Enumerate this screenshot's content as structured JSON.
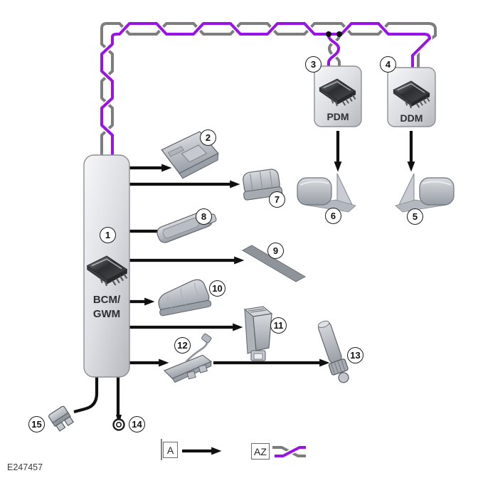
{
  "figure": {
    "id": "E247457"
  },
  "modules": {
    "bcm": {
      "callout": "1",
      "label_line1": "BCM/",
      "label_line2": "GWM"
    },
    "pdm": {
      "callout": "3",
      "label": "PDM"
    },
    "ddm": {
      "callout": "4",
      "label": "DDM"
    }
  },
  "callouts": [
    "1",
    "2",
    "3",
    "4",
    "5",
    "6",
    "7",
    "8",
    "9",
    "10",
    "11",
    "12",
    "13",
    "14",
    "15"
  ],
  "legend": {
    "a_label": "A",
    "az_label": "AZ"
  },
  "colors": {
    "bus_violet": "#9913e6",
    "bus_gray": "#7d7d7d",
    "arrow_black": "#101010"
  }
}
